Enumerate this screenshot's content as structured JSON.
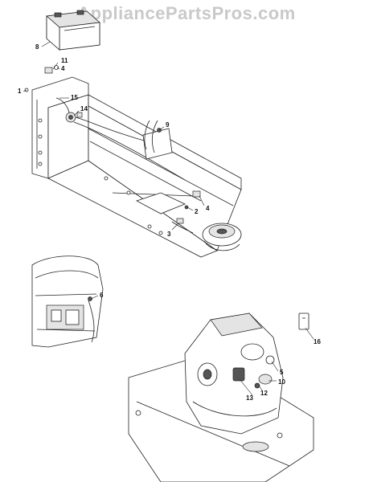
{
  "watermark": "AppliancePartsPros.com",
  "callouts": [
    {
      "id": "c8",
      "label": "8"
    },
    {
      "id": "c11",
      "label": "11"
    },
    {
      "id": "c4a",
      "label": "4"
    },
    {
      "id": "c1",
      "label": "1"
    },
    {
      "id": "c15",
      "label": "15"
    },
    {
      "id": "c14",
      "label": "14"
    },
    {
      "id": "c9",
      "label": "9"
    },
    {
      "id": "c4b",
      "label": "4"
    },
    {
      "id": "c2",
      "label": "2"
    },
    {
      "id": "c3",
      "label": "3"
    },
    {
      "id": "c6",
      "label": "6"
    },
    {
      "id": "c16",
      "label": "16"
    },
    {
      "id": "c5",
      "label": "5"
    },
    {
      "id": "c10",
      "label": "10"
    },
    {
      "id": "c12",
      "label": "12"
    },
    {
      "id": "c13",
      "label": "13"
    }
  ]
}
